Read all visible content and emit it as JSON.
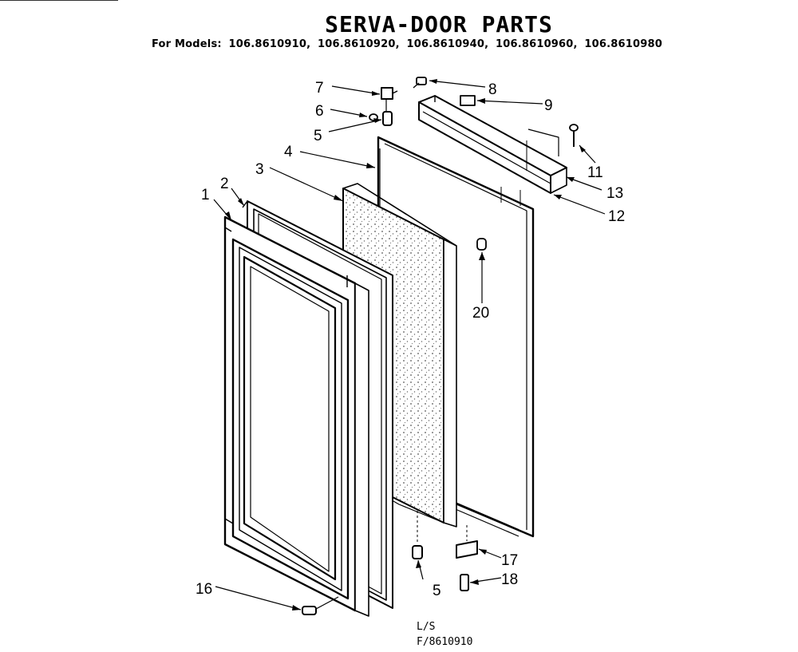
{
  "title": "SERVA-DOOR PARTS",
  "models_prefix": "For Models:",
  "models": [
    "106.8610910,",
    "106.8610920,",
    "106.8610940,",
    "106.8610960,",
    "106.8610980"
  ],
  "reference": {
    "line1": "L/S",
    "line2": "F/8610910"
  },
  "callouts": {
    "c1": "1",
    "c2": "2",
    "c3": "3",
    "c4": "4",
    "c5": "5",
    "c5b": "5",
    "c6": "6",
    "c7": "7",
    "c8": "8",
    "c9": "9",
    "c11": "11",
    "c12": "12",
    "c13": "13",
    "c16": "16",
    "c17": "17",
    "c18": "18",
    "c20": "20"
  }
}
